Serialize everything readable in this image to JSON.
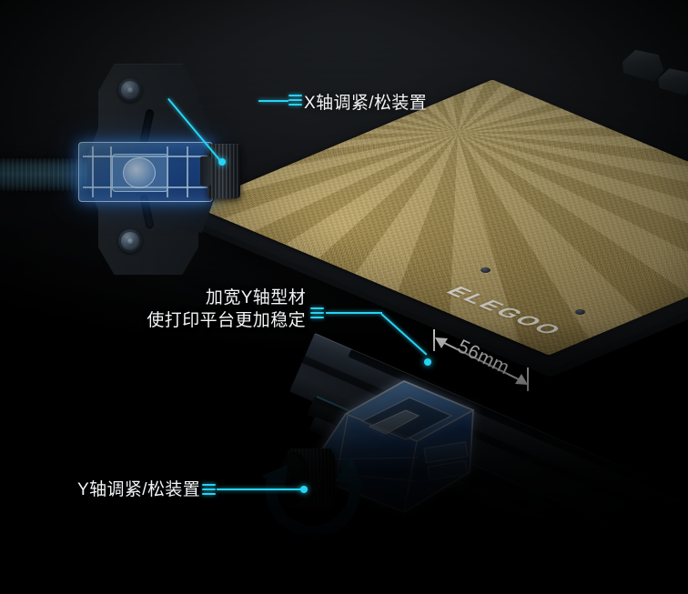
{
  "meta": {
    "scene": "3D printer X/Y axis belt tensioner infographic",
    "background_color": "#000000",
    "accent_color": "#27d3f5",
    "xray_color": "#2878e6",
    "plate_color": "#cbb26a",
    "text_color": "#f2f4f6"
  },
  "callouts": {
    "x_axis": {
      "label": "X轴调紧/松装置",
      "marker": "triple-bar-icon"
    },
    "y_profile": {
      "line1": "加宽Y轴型材",
      "line2": "使打印平台更加稳定",
      "marker": "triple-bar-icon"
    },
    "y_axis": {
      "label": "Y轴调紧/松装置",
      "marker": "triple-bar-icon"
    }
  },
  "dimension": {
    "value": "56mm"
  },
  "build_plate": {
    "brand": "ELEGOO"
  },
  "icons": {
    "rotation_arrow": "circular-rotation-arrow-icon",
    "dimension_arrow": "double-headed-arrow-icon",
    "leader_dot": "leader-endpoint-dot-icon"
  }
}
